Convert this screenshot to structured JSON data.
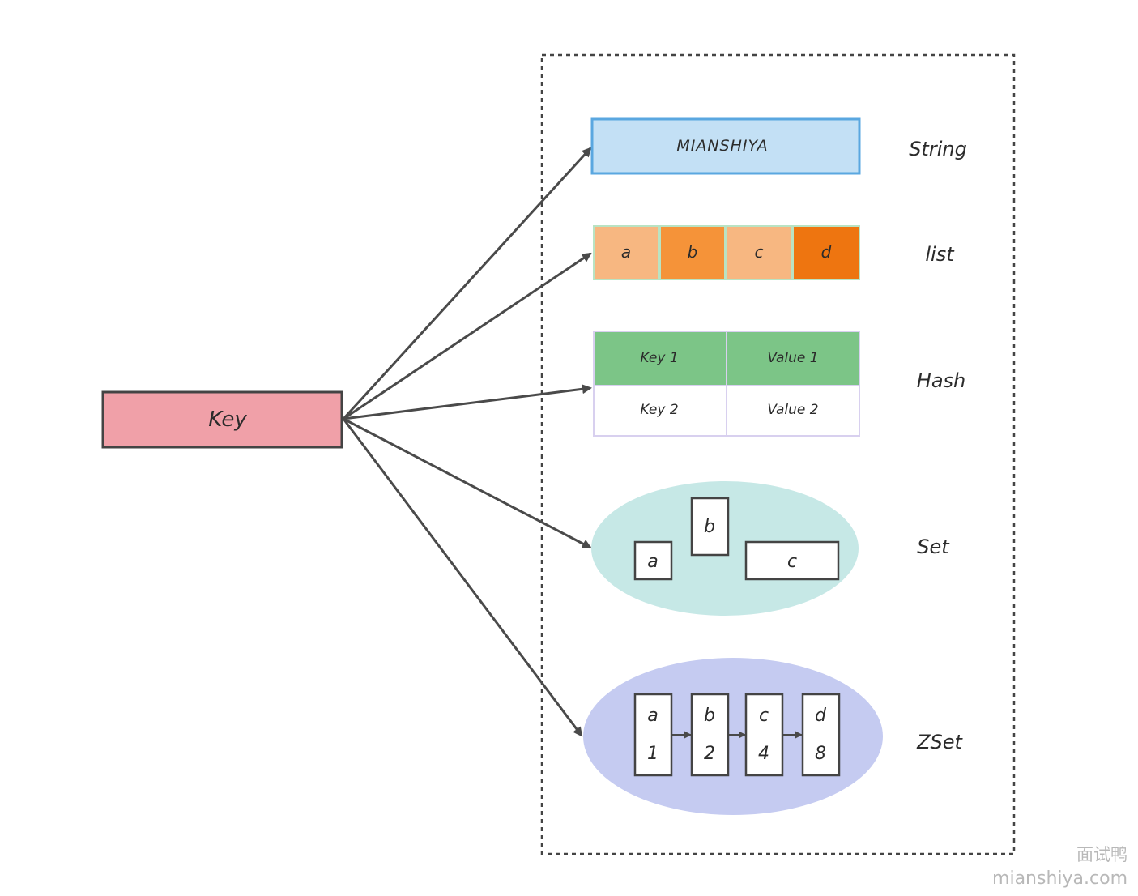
{
  "key_node": {
    "label": "Key",
    "fill": "#f0a0a8"
  },
  "string_type": {
    "name": "String",
    "value": "MIANSHIYA",
    "fill": "#c3e0f5",
    "stroke": "#5aa7e0"
  },
  "list_type": {
    "name": "list",
    "items": [
      {
        "label": "a",
        "fill": "#f7b781"
      },
      {
        "label": "b",
        "fill": "#f59339"
      },
      {
        "label": "c",
        "fill": "#f7b781"
      },
      {
        "label": "d",
        "fill": "#ee7510"
      }
    ]
  },
  "hash_type": {
    "name": "Hash",
    "rows": [
      {
        "key": "Key 1",
        "value": "Value 1"
      },
      {
        "key": "Key 2",
        "value": "Value 2"
      }
    ],
    "header_fill": "#7cc587"
  },
  "set_type": {
    "name": "Set",
    "members": [
      "a",
      "b",
      "c"
    ],
    "fill": "#c6e8e6"
  },
  "zset_type": {
    "name": "ZSet",
    "members": [
      {
        "member": "a",
        "score": "1"
      },
      {
        "member": "b",
        "score": "2"
      },
      {
        "member": "c",
        "score": "4"
      },
      {
        "member": "d",
        "score": "8"
      }
    ],
    "fill": "#c5cbf1"
  },
  "watermark": {
    "line1": "面试鸭",
    "line2": "mianshiya.com"
  }
}
